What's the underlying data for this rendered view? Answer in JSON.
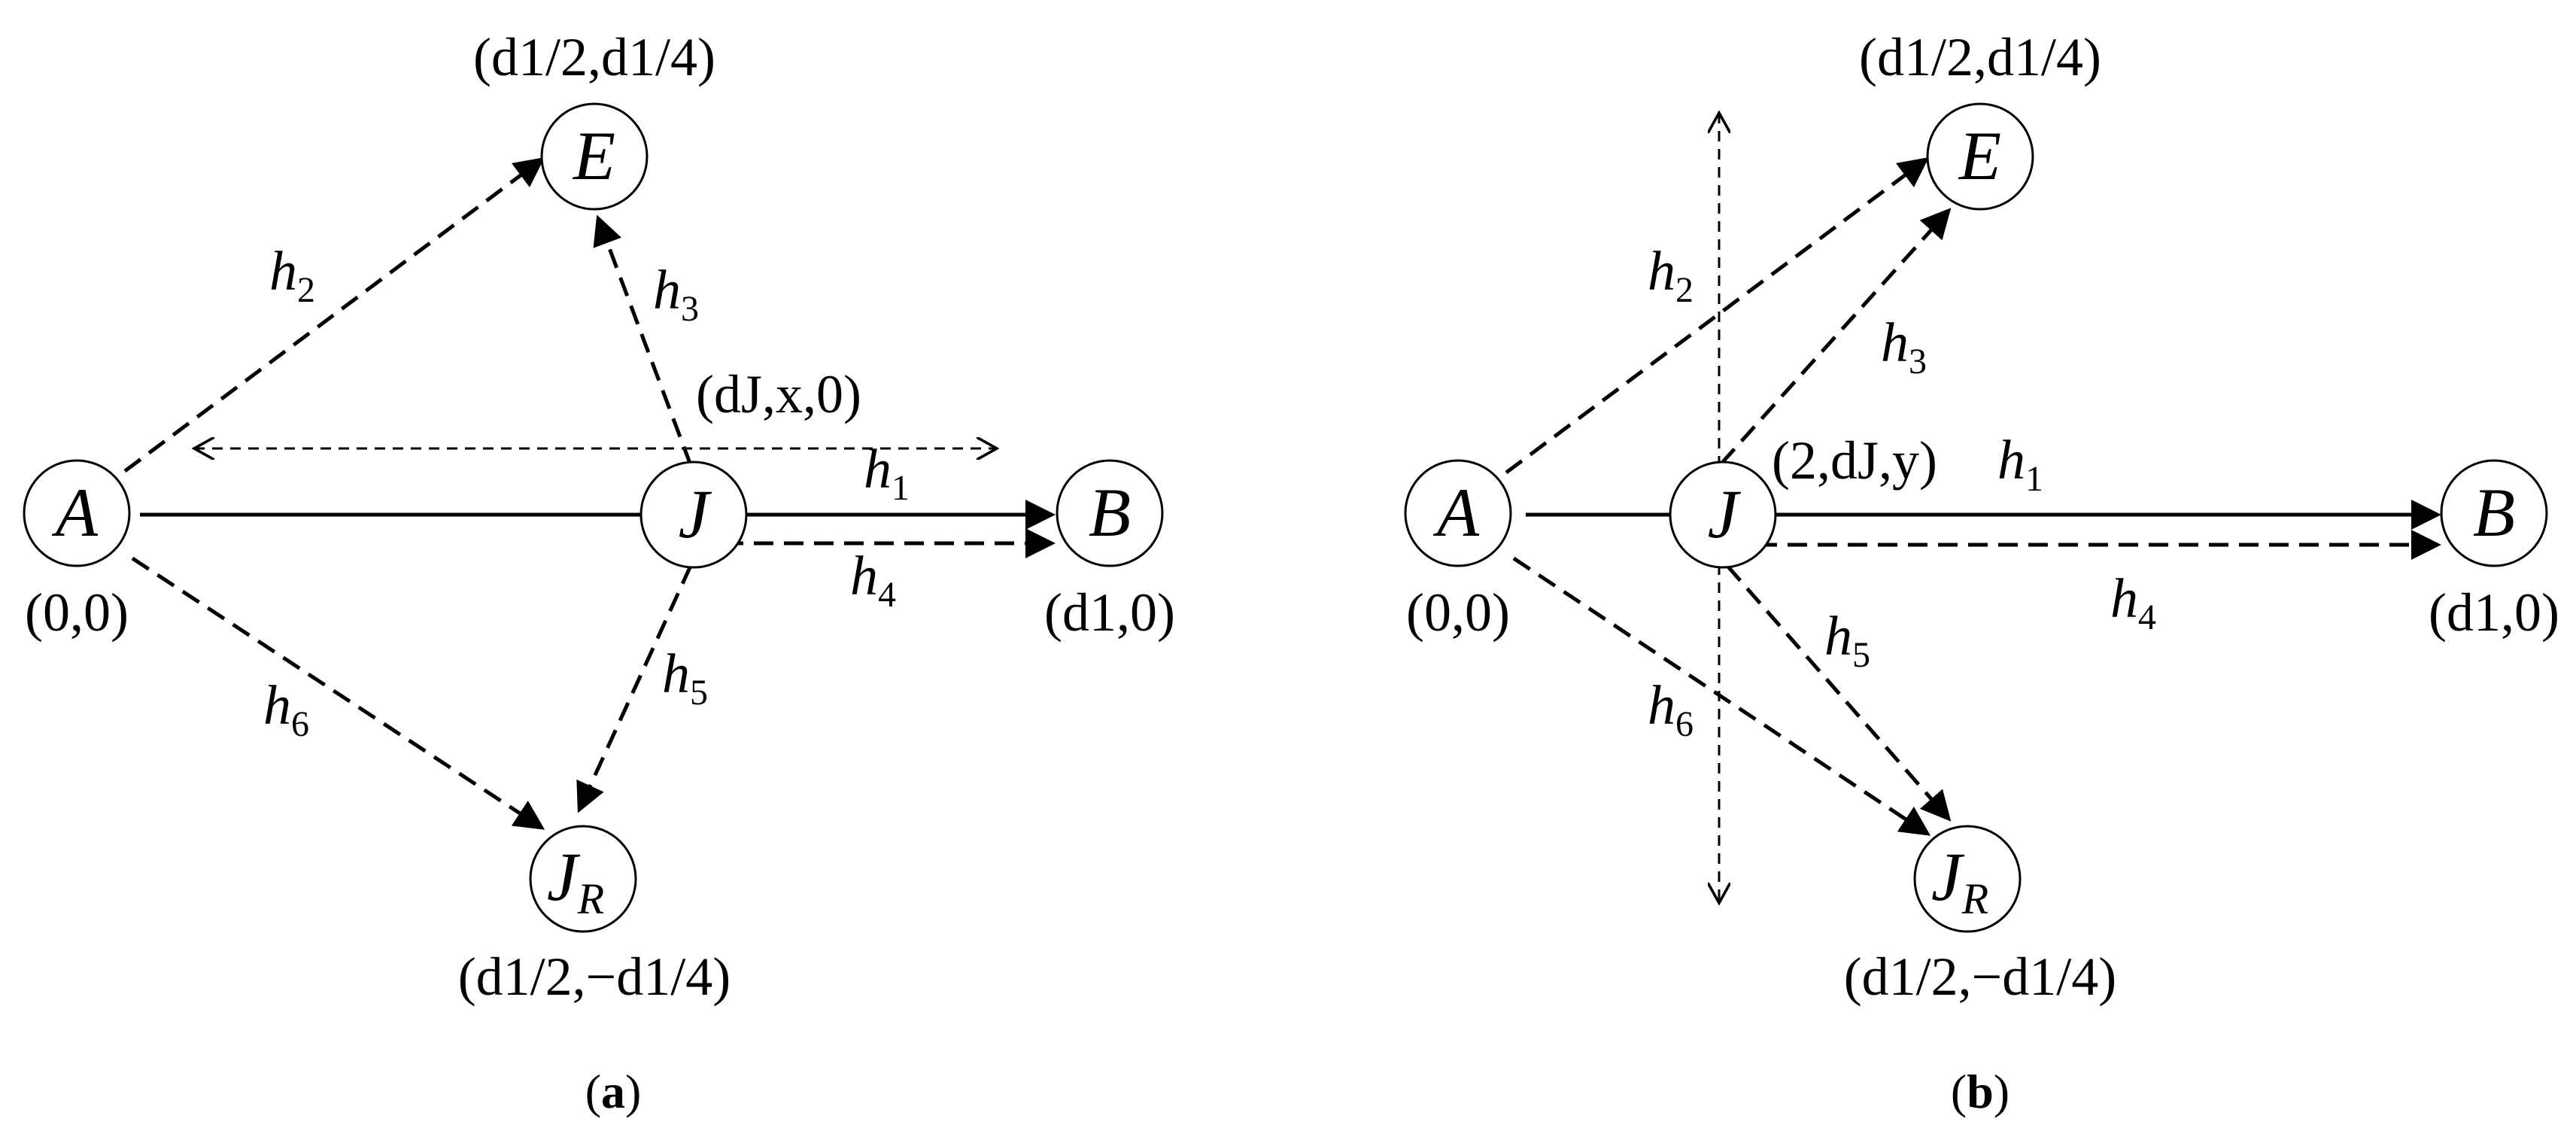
{
  "panels": [
    {
      "id": "a",
      "caption": {
        "open": "(",
        "letter": "a",
        "close": ")"
      },
      "nodes": {
        "A": {
          "label": "A",
          "sub": "",
          "coord": "(0,0)"
        },
        "B": {
          "label": "B",
          "sub": "",
          "coord": "(d1,0)"
        },
        "J": {
          "label": "J",
          "sub": "",
          "coord": "(dJ,x,0)"
        },
        "E": {
          "label": "E",
          "sub": "",
          "coord": "(d1/2,d1/4)"
        },
        "JR": {
          "label": "J",
          "sub": "R",
          "coord": "(d1/2,−d1/4)"
        }
      },
      "edges": {
        "h1": {
          "base": "h",
          "sub": "1"
        },
        "h2": {
          "base": "h",
          "sub": "2"
        },
        "h3": {
          "base": "h",
          "sub": "3"
        },
        "h4": {
          "base": "h",
          "sub": "4"
        },
        "h5": {
          "base": "h",
          "sub": "5"
        },
        "h6": {
          "base": "h",
          "sub": "6"
        }
      }
    },
    {
      "id": "b",
      "caption": {
        "open": "(",
        "letter": "b",
        "close": ")"
      },
      "nodes": {
        "A": {
          "label": "A",
          "sub": "",
          "coord": "(0,0)"
        },
        "B": {
          "label": "B",
          "sub": "",
          "coord": "(d1,0)"
        },
        "J": {
          "label": "J",
          "sub": "",
          "coord": "(2,dJ,y)"
        },
        "E": {
          "label": "E",
          "sub": "",
          "coord": "(d1/2,d1/4)"
        },
        "JR": {
          "label": "J",
          "sub": "R",
          "coord": "(d1/2,−d1/4)"
        }
      },
      "edges": {
        "h1": {
          "base": "h",
          "sub": "1"
        },
        "h2": {
          "base": "h",
          "sub": "2"
        },
        "h3": {
          "base": "h",
          "sub": "3"
        },
        "h4": {
          "base": "h",
          "sub": "4"
        },
        "h5": {
          "base": "h",
          "sub": "5"
        },
        "h6": {
          "base": "h",
          "sub": "6"
        }
      }
    }
  ]
}
